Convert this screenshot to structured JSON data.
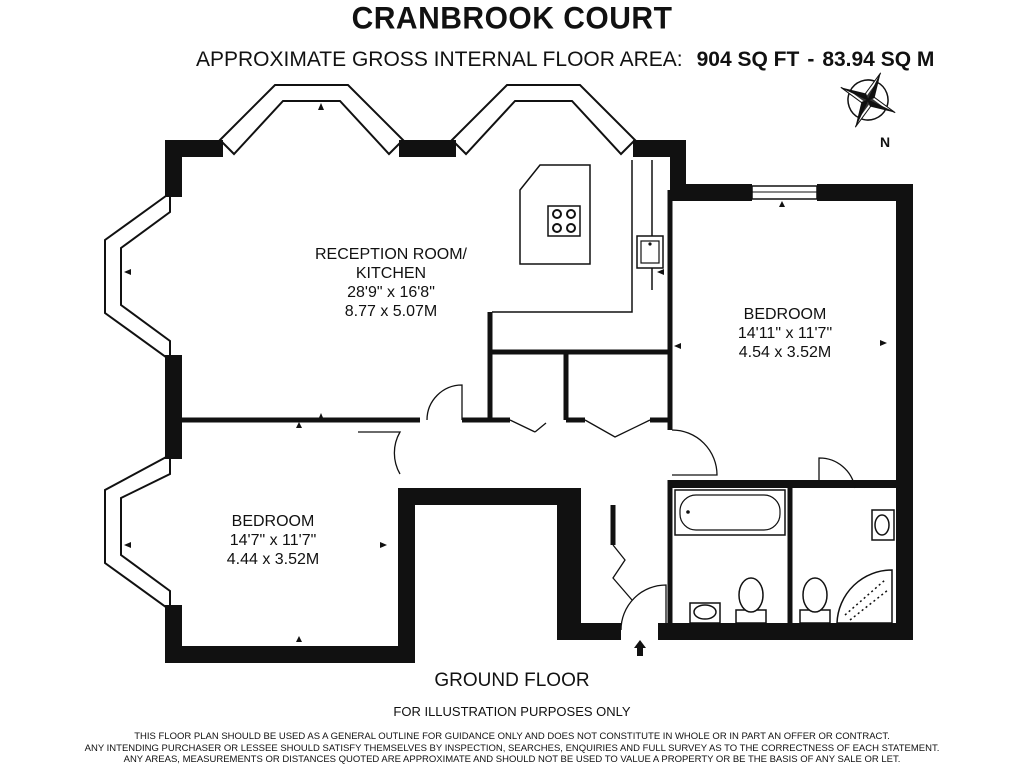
{
  "header": {
    "title": "CRANBROOK COURT",
    "area_label": "APPROXIMATE GROSS INTERNAL FLOOR AREA:",
    "area_sqft": "904 SQ FT",
    "separator": "-",
    "area_sqm": "83.94 SQ M"
  },
  "compass": {
    "north_label": "N"
  },
  "rooms": {
    "reception": {
      "name_line1": "RECEPTION ROOM/",
      "name_line2": "KITCHEN",
      "imperial": "28'9\" x 16'8\"",
      "metric": "8.77 x 5.07M"
    },
    "bedroom_right": {
      "name": "BEDROOM",
      "imperial": "14'11\" x 11'7\"",
      "metric": "4.54 x 3.52M"
    },
    "bedroom_left": {
      "name": "BEDROOM",
      "imperial": "14'7\" x 11'7\"",
      "metric": "4.44 x 3.52M"
    }
  },
  "footer": {
    "floor_name": "GROUND FLOOR",
    "illustration_note": "FOR ILLUSTRATION PURPOSES ONLY",
    "disclaimer_line1": "THIS FLOOR PLAN SHOULD BE USED AS A GENERAL OUTLINE FOR GUIDANCE ONLY AND DOES NOT CONSTITUTE IN WHOLE OR IN PART AN OFFER OR CONTRACT.",
    "disclaimer_line2": "ANY INTENDING PURCHASER OR LESSEE SHOULD SATISFY THEMSELVES BY INSPECTION, SEARCHES, ENQUIRIES AND FULL SURVEY AS TO THE CORRECTNESS OF EACH STATEMENT.",
    "disclaimer_line3": "ANY AREAS, MEASUREMENTS OR DISTANCES QUOTED ARE APPROXIMATE AND SHOULD NOT BE USED TO VALUE A PROPERTY OR BE THE BASIS OF ANY SALE OR LET."
  }
}
